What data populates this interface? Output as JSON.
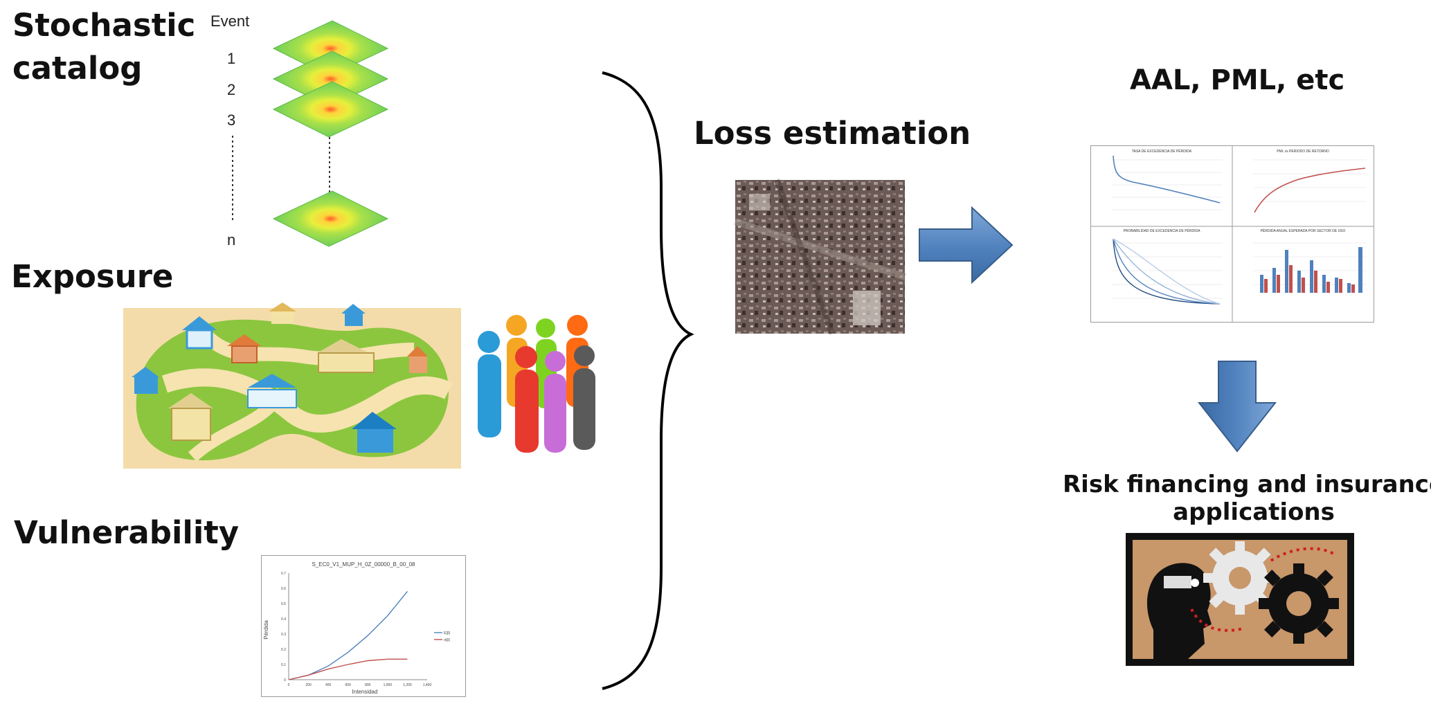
{
  "stochastic": {
    "title_line1": "Stochastic",
    "title_line2": "catalog",
    "event_header": "Event",
    "event_labels": [
      "1",
      "2",
      "3",
      "n"
    ]
  },
  "exposure": {
    "title": "Exposure"
  },
  "vulnerability": {
    "title": "Vulnerability",
    "chart_data": {
      "type": "line",
      "title": "S_EC0_V1_MUP_H_0Z_00000_B_00_08",
      "xlabel": "Intensidad",
      "ylabel": "Pérdida",
      "x_ticks": [
        "0",
        "200",
        "400",
        "600",
        "800",
        "1,000",
        "1,200",
        "1,400"
      ],
      "y_ticks": [
        "0",
        "0.1",
        "0.2",
        "0.3",
        "0.4",
        "0.5",
        "0.6",
        "0.7"
      ],
      "xlim": [
        0,
        1400
      ],
      "ylim": [
        0,
        0.7
      ],
      "series": [
        {
          "name": "E[β]",
          "color": "#4f81bd",
          "x": [
            0,
            200,
            400,
            600,
            800,
            1000,
            1200
          ],
          "values": [
            0,
            0.03,
            0.09,
            0.18,
            0.29,
            0.42,
            0.58
          ]
        },
        {
          "name": "σ[β]",
          "color": "#c0504d",
          "x": [
            0,
            200,
            400,
            600,
            800,
            1000,
            1200
          ],
          "values": [
            0,
            0.03,
            0.07,
            0.1,
            0.125,
            0.135,
            0.135
          ]
        }
      ]
    }
  },
  "loss": {
    "title": "Loss estimation"
  },
  "results": {
    "title": "AAL, PML, etc",
    "panel_titles": [
      "TASA DE EXCEDENCIA DE PÉRDIDA",
      "PML vs PERIODO DE RETORNO",
      "PROBABILIDAD DE EXCEDENCIA DE PÉRDIDA",
      "PÉRDIDA ANUAL ESPERADA POR SECTOR DE USO"
    ]
  },
  "risk": {
    "title_line1": "Risk financing and insurance",
    "title_line2": "applications"
  },
  "colors": {
    "arrow_fill": "#4f81bd",
    "arrow_stroke": "#385d8a",
    "hazard_green": "#7ccf5a"
  }
}
